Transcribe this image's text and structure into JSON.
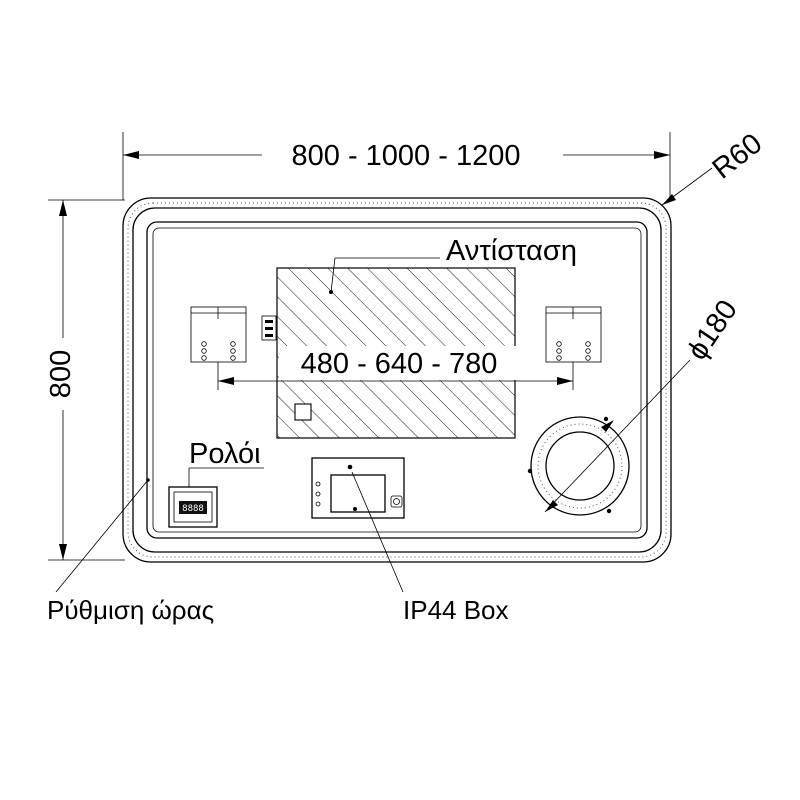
{
  "dimensions": {
    "width_label": "800 - 1000 - 1200",
    "height_label": "800",
    "spacing_label": "480 - 640 - 780",
    "corner_radius_label": "R60",
    "diameter_label": "ϕ180"
  },
  "callouts": {
    "heater": "Αντίσταση",
    "clock": "Ρολόι",
    "time_setting": "Ρύθμιση ώρας",
    "box": "IP44  Box"
  },
  "clock_display": "8888"
}
